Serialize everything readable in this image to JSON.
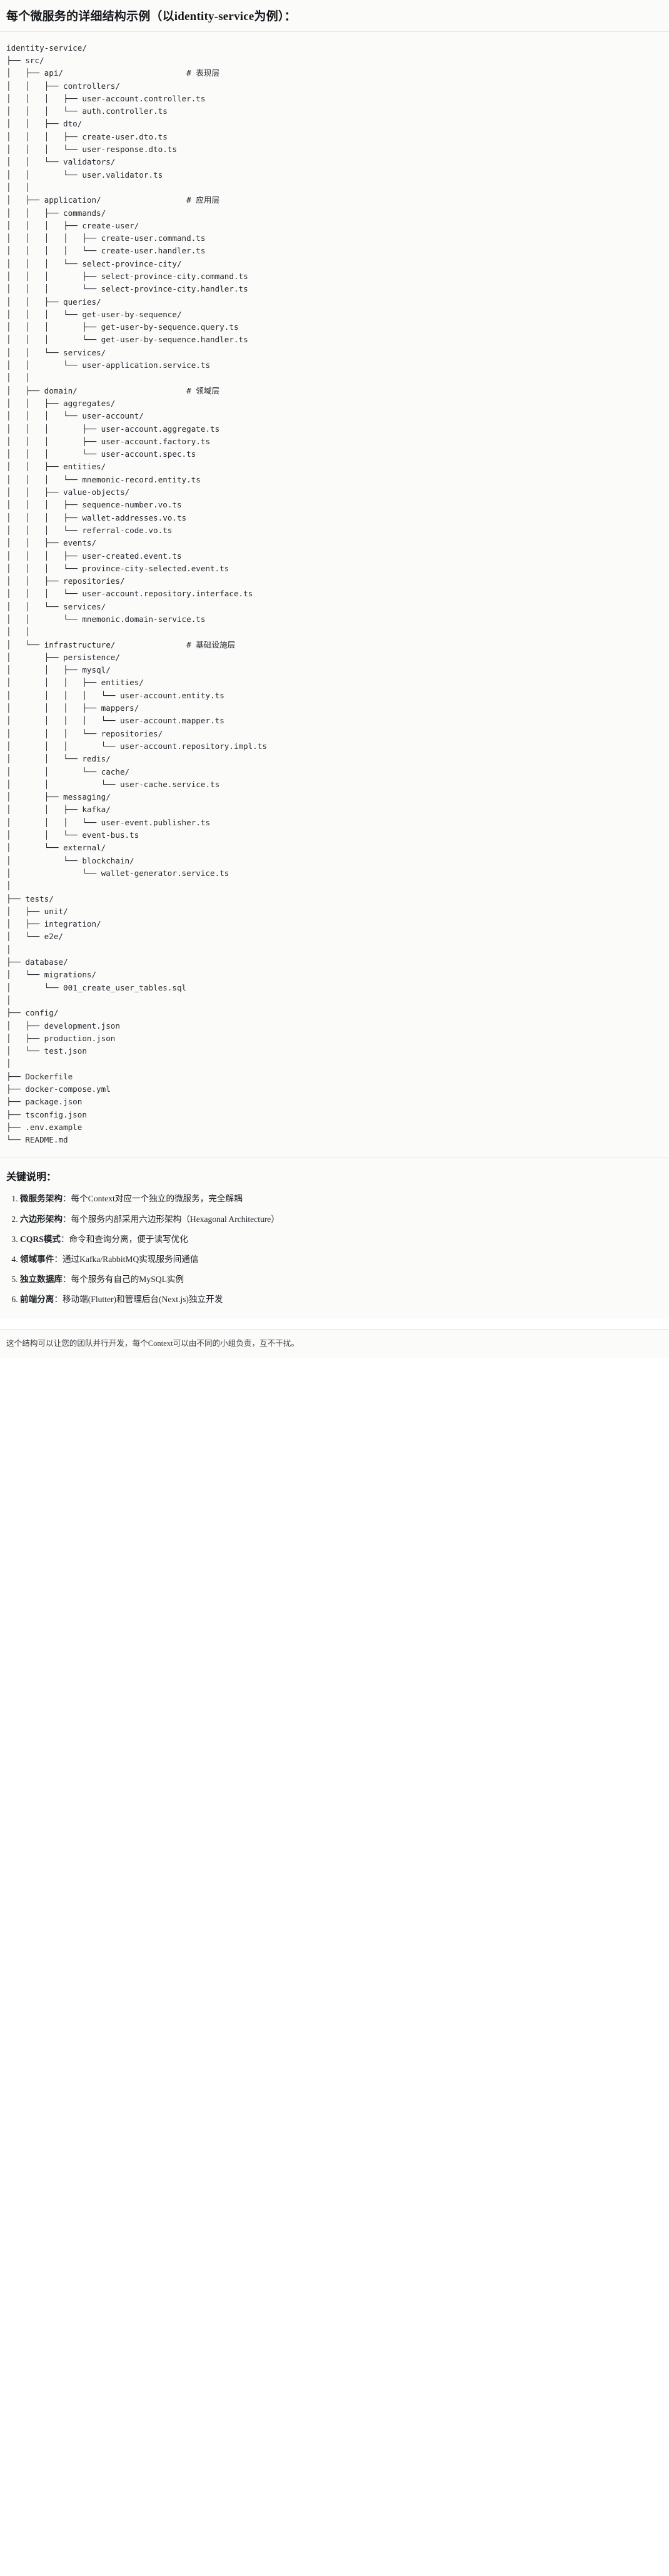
{
  "doc": {
    "title": "每个微服务的详细结构示例（以identity-service为例）："
  },
  "tree": {
    "root": "identity-service/",
    "text": "identity-service/\n├── src/\n│   ├── api/                          # 表现层\n│   │   ├── controllers/\n│   │   │   ├── user-account.controller.ts\n│   │   │   └── auth.controller.ts\n│   │   ├── dto/\n│   │   │   ├── create-user.dto.ts\n│   │   │   └── user-response.dto.ts\n│   │   └── validators/\n│   │       └── user.validator.ts\n│   │\n│   ├── application/                  # 应用层\n│   │   ├── commands/\n│   │   │   ├── create-user/\n│   │   │   │   ├── create-user.command.ts\n│   │   │   │   └── create-user.handler.ts\n│   │   │   └── select-province-city/\n│   │   │       ├── select-province-city.command.ts\n│   │   │       └── select-province-city.handler.ts\n│   │   ├── queries/\n│   │   │   └── get-user-by-sequence/\n│   │   │       ├── get-user-by-sequence.query.ts\n│   │   │       └── get-user-by-sequence.handler.ts\n│   │   └── services/\n│   │       └── user-application.service.ts\n│   │\n│   ├── domain/                       # 领域层\n│   │   ├── aggregates/\n│   │   │   └── user-account/\n│   │   │       ├── user-account.aggregate.ts\n│   │   │       ├── user-account.factory.ts\n│   │   │       └── user-account.spec.ts\n│   │   ├── entities/\n│   │   │   └── mnemonic-record.entity.ts\n│   │   ├── value-objects/\n│   │   │   ├── sequence-number.vo.ts\n│   │   │   ├── wallet-addresses.vo.ts\n│   │   │   └── referral-code.vo.ts\n│   │   ├── events/\n│   │   │   ├── user-created.event.ts\n│   │   │   └── province-city-selected.event.ts\n│   │   ├── repositories/\n│   │   │   └── user-account.repository.interface.ts\n│   │   └── services/\n│   │       └── mnemonic.domain-service.ts\n│   │\n│   └── infrastructure/               # 基础设施层\n│       ├── persistence/\n│       │   ├── mysql/\n│       │   │   ├── entities/\n│       │   │   │   └── user-account.entity.ts\n│       │   │   ├── mappers/\n│       │   │   │   └── user-account.mapper.ts\n│       │   │   └── repositories/\n│       │   │       └── user-account.repository.impl.ts\n│       │   └── redis/\n│       │       └── cache/\n│       │           └── user-cache.service.ts\n│       ├── messaging/\n│       │   ├── kafka/\n│       │   │   └── user-event.publisher.ts\n│       │   └── event-bus.ts\n│       └── external/\n│           └── blockchain/\n│               └── wallet-generator.service.ts\n│\n├── tests/\n│   ├── unit/\n│   ├── integration/\n│   └── e2e/\n│\n├── database/\n│   └── migrations/\n│       └── 001_create_user_tables.sql\n│\n├── config/\n│   ├── development.json\n│   ├── production.json\n│   └── test.json\n│\n├── Dockerfile\n├── docker-compose.yml\n├── package.json\n├── tsconfig.json\n├── .env.example\n└── README.md",
    "layer_comments": [
      "# 表现层",
      "# 应用层",
      "# 领域层",
      "# 基础设施层"
    ]
  },
  "notes": {
    "heading": "关键说明：",
    "items": [
      {
        "lead": "微服务架构",
        "text": "：每个Context对应一个独立的微服务，完全解耦"
      },
      {
        "lead": "六边形架构",
        "text": "：每个服务内部采用六边形架构（Hexagonal Architecture）"
      },
      {
        "lead": "CQRS模式",
        "text": "：命令和查询分离，便于读写优化"
      },
      {
        "lead": "领域事件",
        "text": "：通过Kafka/RabbitMQ实现服务间通信"
      },
      {
        "lead": "独立数据库",
        "text": "：每个服务有自己的MySQL实例"
      },
      {
        "lead": "前端分离",
        "text": "：移动端(Flutter)和管理后台(Next.js)独立开发"
      }
    ],
    "closing": "这个结构可以让您的团队并行开发，每个Context可以由不同的小组负责，互不干扰。"
  }
}
